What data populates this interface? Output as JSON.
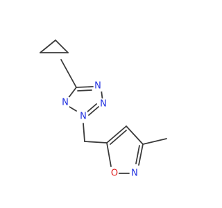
{
  "molecule": {
    "atoms": {
      "n_tz_top_right": {
        "text": "N",
        "color": "#2030e0"
      },
      "n_tz_right": {
        "text": "N",
        "color": "#2030e0"
      },
      "n_tz_bottom": {
        "text": "N",
        "color": "#2030e0"
      },
      "n_tz_left": {
        "text": "N",
        "color": "#2030e0"
      },
      "o_isoxazole": {
        "text": "O",
        "color": "#e02020"
      },
      "n_isoxazole": {
        "text": "N",
        "color": "#2030e0"
      }
    },
    "bond_color": "#3a3a3a"
  }
}
